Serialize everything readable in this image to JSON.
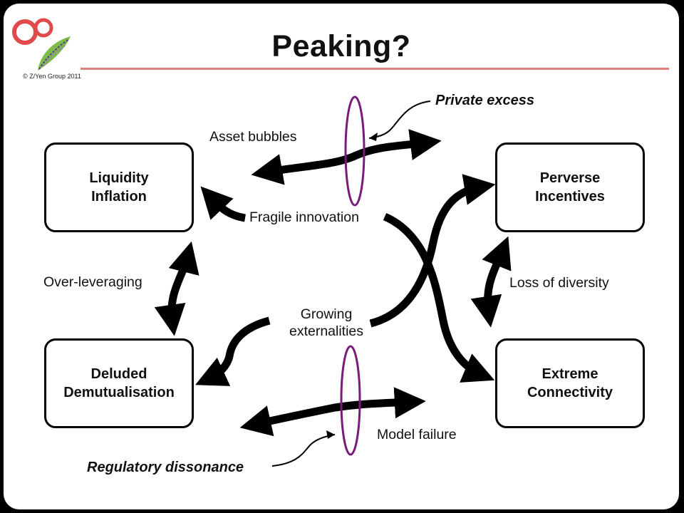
{
  "header": {
    "title": "Peaking?",
    "copyright": "© Z/Yen Group\n2011"
  },
  "diagram": {
    "nodes": {
      "liquidity": "Liquidity\nInflation",
      "perverse": "Perverse\nIncentives",
      "deluded": "Deluded\nDemutualisation",
      "extreme": "Extreme\nConnectivity"
    },
    "edge_labels": {
      "asset_bubbles": "Asset bubbles",
      "fragile_innovation": "Fragile innovation",
      "over_leveraging": "Over-leveraging",
      "loss_of_diversity": "Loss of diversity",
      "growing_externalities": "Growing\nexternalities",
      "model_failure": "Model failure"
    },
    "callouts": {
      "private_excess": "Private excess",
      "regulatory_dissonance": "Regulatory dissonance"
    },
    "colors": {
      "arrows": "#000000",
      "rings": "#7a1a7a",
      "title_rule": "#e08080"
    }
  }
}
